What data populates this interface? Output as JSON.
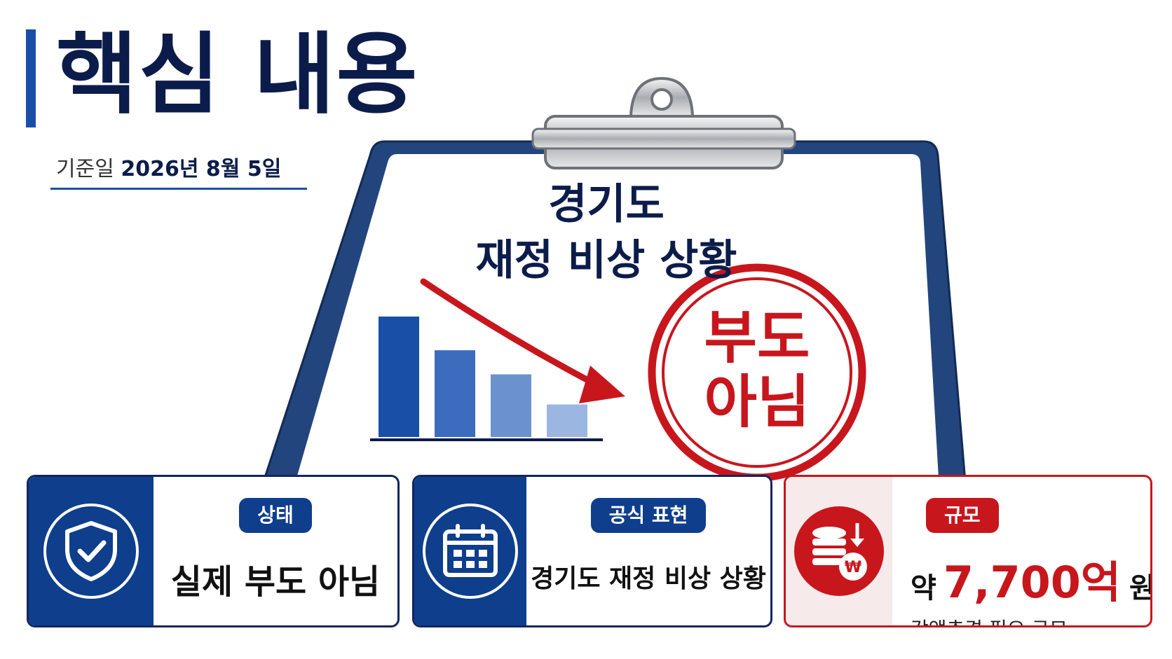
{
  "header": {
    "title": "핵심 내용",
    "date_label": "기준일",
    "date_value": "2026년 8월 5일"
  },
  "clipboard": {
    "heading_line1": "경기도",
    "heading_line2": "재정 비상 상황",
    "stamp_line1": "부도",
    "stamp_line2": "아님",
    "bars": [
      1.0,
      0.72,
      0.52,
      0.27
    ]
  },
  "cards": [
    {
      "badge": "상태",
      "text": "실제 부도 아님",
      "icon": "shield-check-icon"
    },
    {
      "badge": "공식 표현",
      "text": "경기도 재정 비상 상황",
      "icon": "calendar-icon"
    },
    {
      "badge": "규모",
      "amount_prefix": "약",
      "amount_value": "7,700억",
      "amount_suffix": "원",
      "sub": "감액추경 필요 규모",
      "icon": "coins-won-icon"
    }
  ],
  "colors": {
    "navy": "#0c1c4a",
    "blue": "#0e3e8c",
    "red": "#c8161d"
  }
}
